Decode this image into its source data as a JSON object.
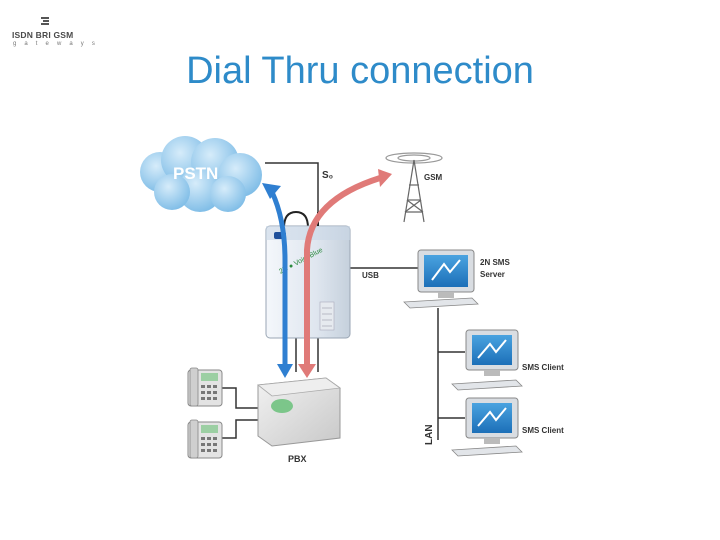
{
  "logo": {
    "line1": "ISDN BRI GSM",
    "line2": "g a t e w a y s"
  },
  "slide": {
    "title": "Dial Thru connection"
  },
  "diagram": {
    "pstn_label": "PSTN",
    "s0_label": "S₀",
    "gsm_label": "GSM",
    "usb_label": "USB",
    "server_label_line1": "2N  SMS",
    "server_label_line2": "Server",
    "client1_label": "SMS Client",
    "client2_label": "SMS Client",
    "lan_label": "LAN",
    "pbx_label": "PBX"
  },
  "colors": {
    "title": "#2e8bc9",
    "blue_arrow": "#2f7fd1",
    "red_arrow": "#e07a78",
    "cloud": "#8cc6ec",
    "lines": "#333333"
  }
}
